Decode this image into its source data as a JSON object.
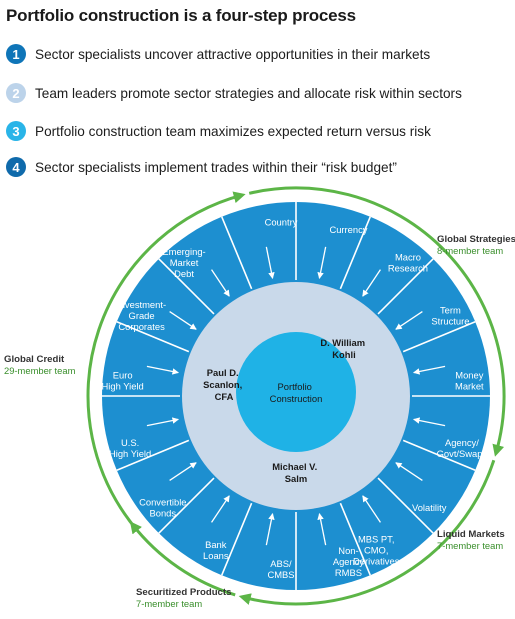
{
  "title": "Portfolio construction is a four-step process",
  "steps": [
    {
      "num": "1",
      "text": "Sector specialists uncover attractive opportunities in their markets",
      "color": "#0f75b8"
    },
    {
      "num": "2",
      "text": "Team leaders promote sector strategies and allocate risk within sectors",
      "color": "#bcd3ea"
    },
    {
      "num": "3",
      "text": "Portfolio construction team maximizes expected return versus risk",
      "color": "#29b4e8"
    },
    {
      "num": "4",
      "text": "Sector specialists implement trades within their “risk budget”",
      "color": "#0f6aab"
    }
  ],
  "colors": {
    "ring": "#1d8fd0",
    "inner_ring": "#c9d9ea",
    "core": "#1fb2e6",
    "arc": "#5cb547",
    "team_size": "#3a8f2c"
  },
  "sectors": [
    [
      "Country"
    ],
    [
      "Currency"
    ],
    [
      "Macro",
      "Research"
    ],
    [
      "Term",
      "Structure"
    ],
    [
      "Money",
      "Market"
    ],
    [
      "Agency/",
      "Govt/Swaps"
    ],
    [
      "Volatility"
    ],
    [
      "MBS PT,",
      "CMO,",
      "Derivatives"
    ],
    [
      "Non-",
      "Agency",
      "RMBS"
    ],
    [
      "ABS/",
      "CMBS"
    ],
    [
      "Bank",
      "Loans"
    ],
    [
      "Convertible",
      "Bonds"
    ],
    [
      "U.S.",
      "High Yield"
    ],
    [
      "Euro",
      "High Yield"
    ],
    [
      "Investment-",
      "Grade",
      "Corporates"
    ],
    [
      "Emerging-",
      "Market",
      "Debt"
    ]
  ],
  "leaders": [
    [
      "D. William",
      "Kohli"
    ],
    [
      "Paul D.",
      "Scanlon,",
      "CFA"
    ],
    [
      "Michael V.",
      "Salm"
    ]
  ],
  "core": [
    "Portfolio",
    "Construction"
  ],
  "teams": [
    {
      "name": "Global Strategies",
      "size": "8-member team"
    },
    {
      "name": "Liquid Markets",
      "size": "7-member team"
    },
    {
      "name": "Securitized Products",
      "size": "7-member team"
    },
    {
      "name": "Global Credit",
      "size": "29-member team"
    }
  ]
}
